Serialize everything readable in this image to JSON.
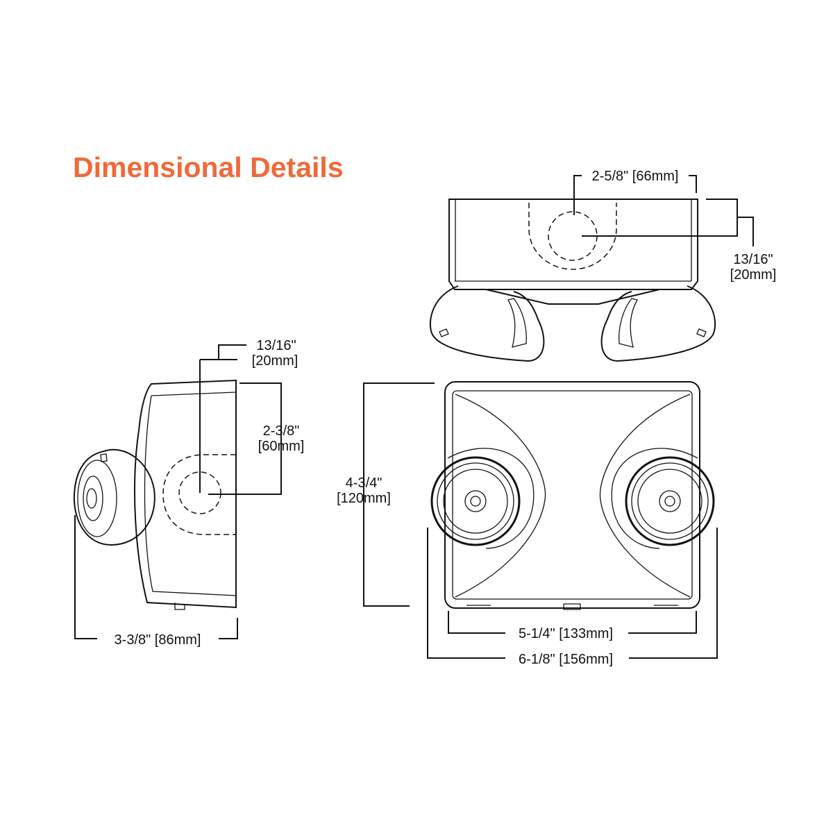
{
  "title": "Dimensional Details",
  "colors": {
    "title": "#EE6A3A",
    "lines": "#111111"
  },
  "views": {
    "top": {
      "width_label": "2-5/8\" [66mm]",
      "depth_label_1": "13/16\"",
      "depth_label_2": "[20mm]"
    },
    "side": {
      "offset_label_1": "13/16\"",
      "offset_label_2": "[20mm]",
      "height_label_1": "2-3/8\"",
      "height_label_2": "[60mm]",
      "depth_label": "3-3/8\" [86mm]"
    },
    "front": {
      "height_label_1": "4-3/4\"",
      "height_label_2": "[120mm]",
      "body_width_label": "5-1/4\" [133mm]",
      "overall_width_label": "6-1/8\" [156mm]"
    }
  }
}
